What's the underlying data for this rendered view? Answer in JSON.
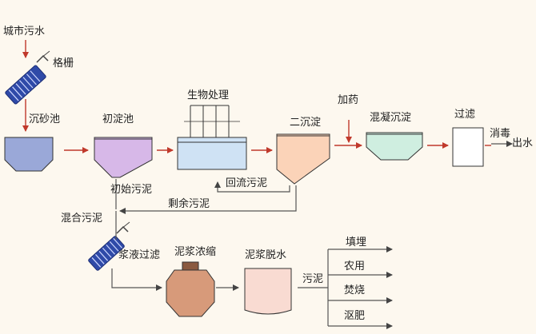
{
  "labels": {
    "city_sewage": "城市污水",
    "grille": "格栅",
    "grit_chamber": "沉砂池",
    "primary_sedimentation": "初淀池",
    "biological_treatment": "生物处理",
    "secondary_sedimentation": "二沉淀",
    "dosing": "加药",
    "coagulation_sedimentation": "混凝沉淀",
    "filtration": "过滤",
    "disinfection": "消毒",
    "effluent": "出水",
    "initial_sludge": "初始污泥",
    "return_sludge": "回流污泥",
    "excess_sludge": "剩余污泥",
    "mixed_sludge": "混合污泥",
    "slurry_filtration": "浆液过滤",
    "sludge_thickening": "泥浆浓缩",
    "sludge_dewatering": "泥浆脱水",
    "sludge": "污泥",
    "disposal": [
      "填埋",
      "农用",
      "焚烧",
      "沤肥"
    ]
  },
  "colors": {
    "arrow": "#c0392b",
    "line": "#555555",
    "grit_tank_fill": "#9aa8d8",
    "primary_tank_fill": "#d7b8e8",
    "bio_tank_fill": "#cfe2f4",
    "secondary_tank_fill": "#fbd3b8",
    "coag_tank_fill": "#cfeee0",
    "thickener_fill": "#d79a7a",
    "dewater_fill": "#f9dbd2",
    "filter_fill": "#ffffff",
    "screen_fill": "#2f4aa8"
  }
}
